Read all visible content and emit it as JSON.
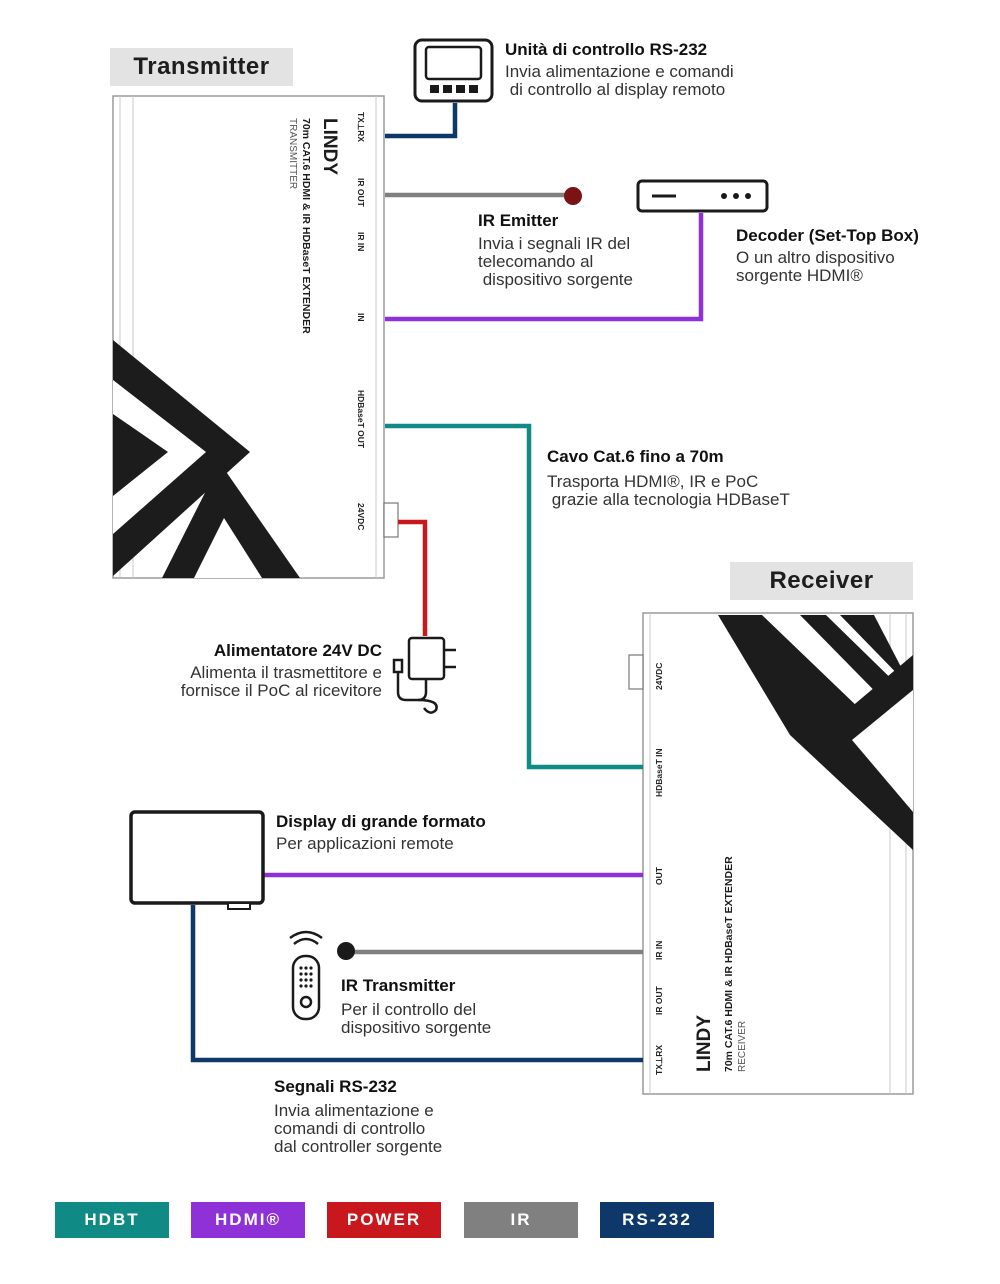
{
  "transmitter": {
    "label": "Transmitter",
    "brand": "LINDY",
    "model": "70m CAT.6 HDMI & IR HDBaseT EXTENDER",
    "type": "TRANSMITTER",
    "ports": [
      "TX⊥RX",
      "IR OUT",
      "IR IN",
      "IN",
      "HDBaseT OUT",
      "24VDC"
    ]
  },
  "receiver": {
    "label": "Receiver",
    "brand": "LINDY",
    "model": "70m CAT.6 HDMI & IR HDBaseT EXTENDER",
    "type": "RECEIVER",
    "ports": [
      "24VDC",
      "HDBaseT IN",
      "OUT",
      "IR IN",
      "IR OUT",
      "TX⊥RX"
    ]
  },
  "callouts": {
    "rs232_unit": {
      "title": "Unità di controllo RS-232",
      "desc": "Invia alimentazione e comandi\n di controllo al display remoto"
    },
    "ir_emitter": {
      "title": "IR Emitter",
      "desc": "Invia i segnali IR del\ntelecomando al\n dispositivo sorgente"
    },
    "decoder": {
      "title": "Decoder (Set-Top Box)",
      "desc": "O un altro dispositivo\nsorgente HDMI®"
    },
    "cat6": {
      "title": "Cavo Cat.6 fino a 70m",
      "desc": "Trasporta HDMI®, IR e PoC\n grazie alla tecnologia HDBaseT"
    },
    "power": {
      "title": "Alimentatore 24V DC",
      "desc": "Alimenta il trasmettitore e\nfornisce il PoC al ricevitore"
    },
    "display": {
      "title": "Display di grande formato",
      "desc": "Per applicazioni remote"
    },
    "ir_transmitter": {
      "title": "IR Transmitter",
      "desc": "Per il controllo del\ndispositivo sorgente"
    },
    "rs232_signals": {
      "title": "Segnali RS-232",
      "desc": "Invia alimentazione e\ncomandi di controllo\ndal controller sorgente"
    }
  },
  "legend": [
    {
      "label": "HDBT",
      "color": "#0f8a84"
    },
    {
      "label": "HDMI®",
      "color": "#8e32d8"
    },
    {
      "label": "POWER",
      "color": "#c8181e"
    },
    {
      "label": "IR",
      "color": "#808080"
    },
    {
      "label": "RS-232",
      "color": "#0d3869"
    }
  ],
  "colors": {
    "hdbt": "#0f8a84",
    "hdmi": "#8e32d8",
    "power": "#c8181e",
    "ir": "#808080",
    "rs232": "#0d3869"
  }
}
